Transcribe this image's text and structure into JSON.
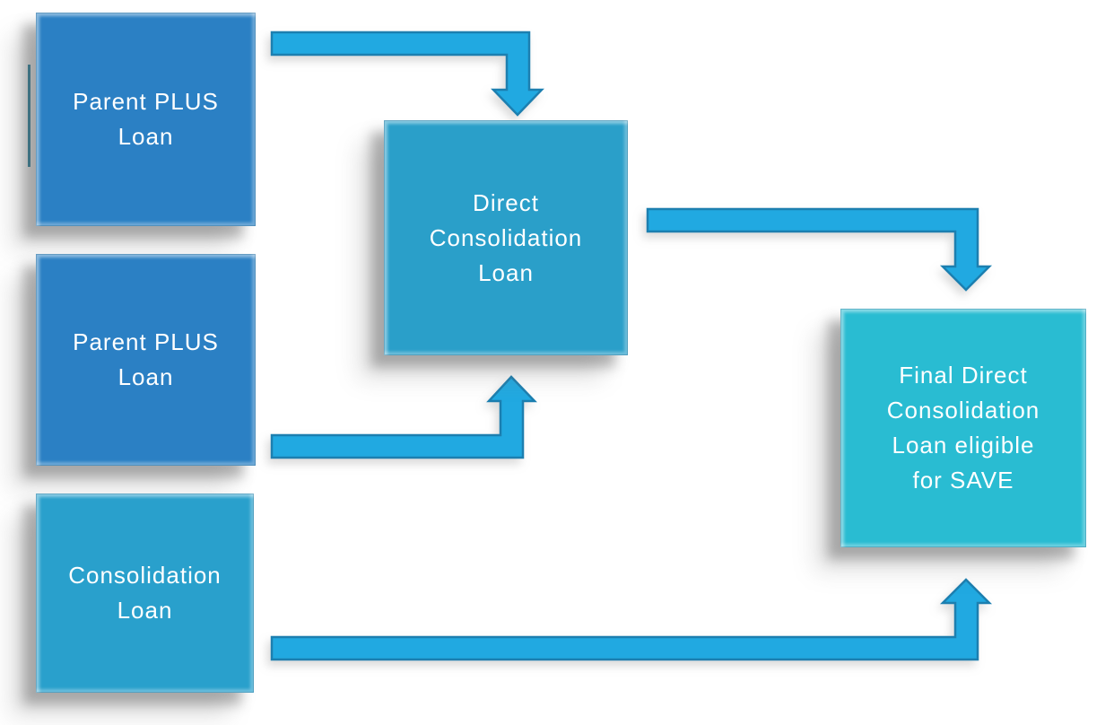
{
  "page": {
    "background_color": "#ffffff"
  },
  "diagram": {
    "text_color": "#ffffff",
    "accent_line_color": "#1a7f9e",
    "arrow_style": {
      "fill": "#21a9e1",
      "stroke": "#1c7fb0"
    },
    "boxes": [
      {
        "id": "parent-plus-loan-1",
        "label": "Parent PLUS Loan",
        "lines": [
          "Parent PLUS",
          "Loan"
        ],
        "fill": "#2b80c4"
      },
      {
        "id": "parent-plus-loan-2",
        "label": "Parent PLUS Loan",
        "lines": [
          "Parent PLUS",
          "Loan"
        ],
        "fill": "#2b80c4"
      },
      {
        "id": "consolidation-loan",
        "label": "Consolidation Loan",
        "lines": [
          "Consolidation",
          "Loan"
        ],
        "fill": "#29a0cc"
      },
      {
        "id": "direct-consolidation-loan",
        "label": "Direct Consolidation Loan",
        "lines": [
          "Direct",
          "Consolidation",
          "Loan"
        ],
        "fill": "#2a9fc9"
      },
      {
        "id": "final-direct-consolidation-loan",
        "label": "Final Direct Consolidation Loan eligible for SAVE",
        "lines": [
          "Final Direct",
          "Consolidation",
          "Loan eligible",
          "for SAVE"
        ],
        "fill": "#29bcd2"
      }
    ],
    "arrows": [
      {
        "id": "arrow-parent-plus-1-to-direct",
        "from": "parent-plus-loan-1",
        "to": "direct-consolidation-loan",
        "shape": "right-then-down"
      },
      {
        "id": "arrow-parent-plus-2-to-direct",
        "from": "parent-plus-loan-2",
        "to": "direct-consolidation-loan",
        "shape": "right-then-up"
      },
      {
        "id": "arrow-direct-to-final",
        "from": "direct-consolidation-loan",
        "to": "final-direct-consolidation-loan",
        "shape": "right-then-down"
      },
      {
        "id": "arrow-consolidation-to-final",
        "from": "consolidation-loan",
        "to": "final-direct-consolidation-loan",
        "shape": "right-then-up"
      }
    ]
  }
}
